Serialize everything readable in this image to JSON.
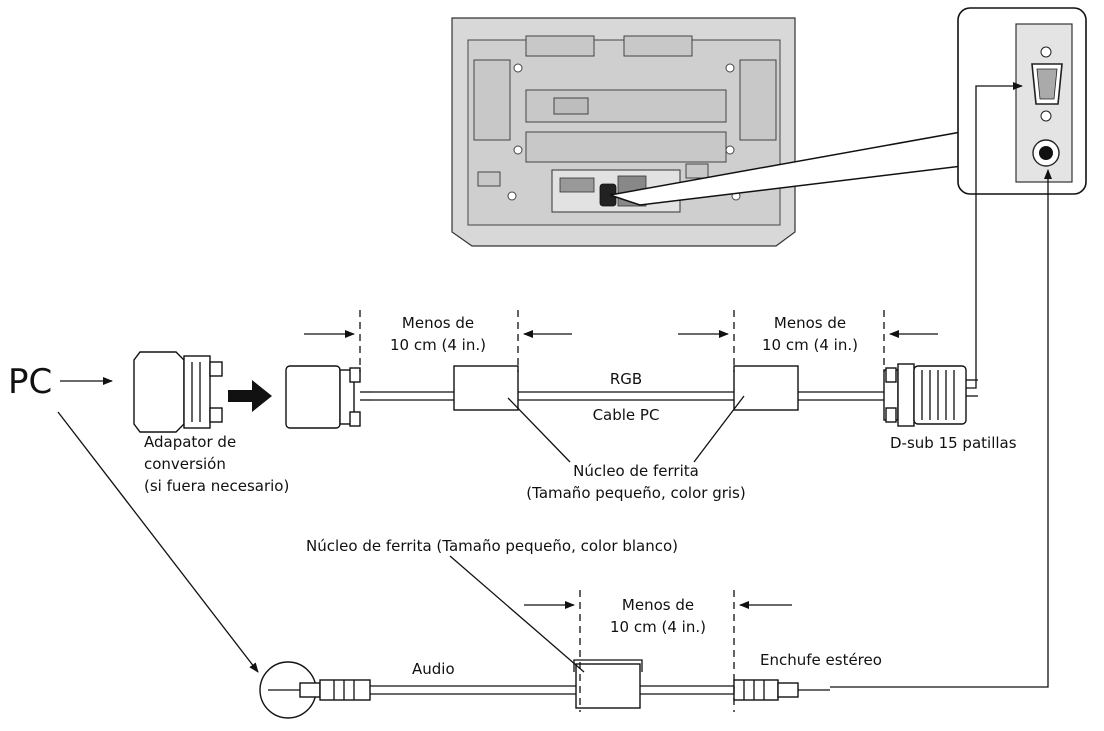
{
  "labels": {
    "pc": "PC",
    "adapter_line1": "Adapator de",
    "adapter_line2": "conversión",
    "adapter_line3": "(si fuera necesario)",
    "menos_de": "Menos de",
    "dist_10cm": "10 cm (4 in.)",
    "rgb": "RGB",
    "cable_pc": "Cable PC",
    "ferrite_gray_line1": "Núcleo de ferrita",
    "ferrite_gray_line2": "(Tamaño pequeño, color gris)",
    "dsub": "D-sub 15 patillas",
    "ferrite_white": "Núcleo de ferrita (Tamaño pequeño, color blanco)",
    "audio": "Audio",
    "stereo_plug": "Enchufe estéreo"
  }
}
